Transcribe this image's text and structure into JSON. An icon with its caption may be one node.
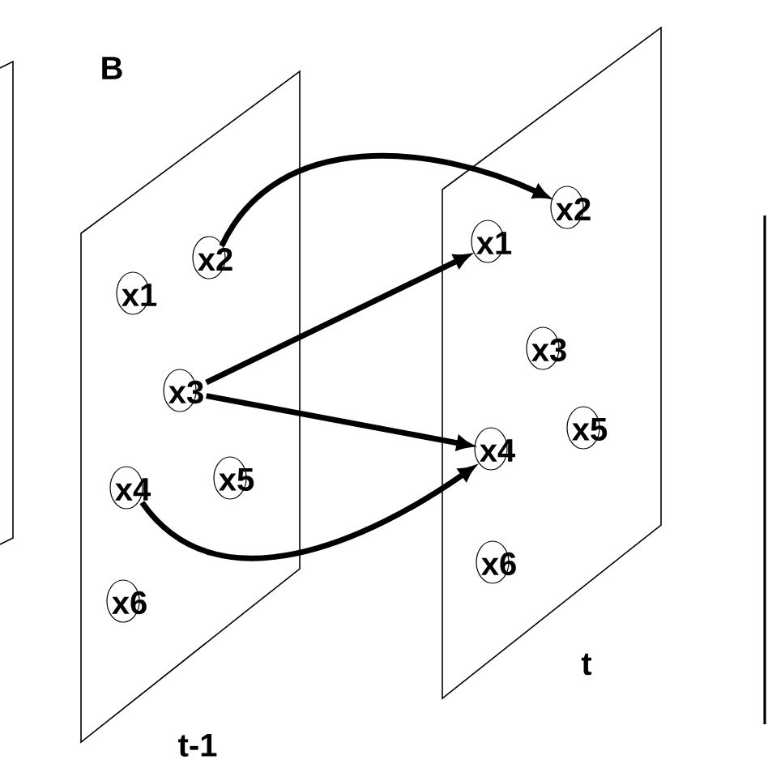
{
  "diagram": {
    "nodes": [
      {
        "text": [],
        "shape": "parallelogram",
        "beside": [
          "t-1"
        ]
      },
      {
        "text": [
          "x1"
        ],
        "in": 0
      },
      {
        "text": [
          "x2"
        ],
        "in": 0
      },
      {
        "text": [
          "x3"
        ],
        "in": 0
      },
      {
        "text": [
          "x4"
        ],
        "in": 0
      },
      {
        "text": [
          "x5"
        ],
        "in": 0
      },
      {
        "text": [
          "x6"
        ],
        "in": 0
      },
      {
        "text": [],
        "shape": "parallelogram",
        "beside": [
          "t"
        ]
      },
      {
        "text": [
          "x1"
        ],
        "in": 7
      },
      {
        "text": [
          "x2"
        ],
        "in": 7
      },
      {
        "text": [
          "x3"
        ],
        "in": 7
      },
      {
        "text": [
          "x4"
        ],
        "in": 7
      },
      {
        "text": [
          "x5"
        ],
        "in": 7
      },
      {
        "text": [
          "x6"
        ],
        "in": 7
      }
    ],
    "edges": [
      {
        "from": 2,
        "to": 9,
        "arrow": "to"
      },
      {
        "from": 3,
        "to": 8,
        "arrow": "to"
      },
      {
        "from": 3,
        "to": 11,
        "arrow": "to"
      },
      {
        "from": 4,
        "to": 11,
        "arrow": "to"
      }
    ],
    "labels": [
      "B"
    ]
  }
}
